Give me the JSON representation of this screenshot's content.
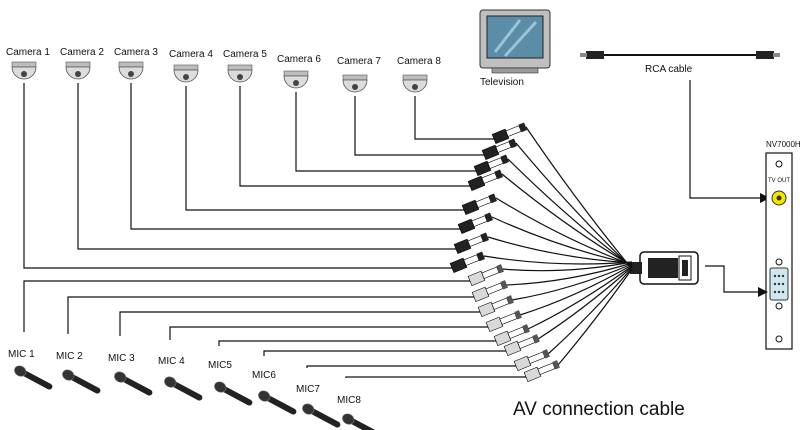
{
  "title": "AV connection cable",
  "cameras": [
    {
      "label": "Camera 1"
    },
    {
      "label": "Camera 2"
    },
    {
      "label": "Camera 3"
    },
    {
      "label": "Camera 4"
    },
    {
      "label": "Camera 5"
    },
    {
      "label": "Camera 6"
    },
    {
      "label": "Camera 7"
    },
    {
      "label": "Camera 8"
    }
  ],
  "mics": [
    {
      "label": "MIC 1"
    },
    {
      "label": "MIC 2"
    },
    {
      "label": "MIC 3"
    },
    {
      "label": "MIC 4"
    },
    {
      "label": "MIC5"
    },
    {
      "label": "MIC6"
    },
    {
      "label": "MIC7"
    },
    {
      "label": "MIC8"
    }
  ],
  "television": {
    "label": "Television",
    "icon": "television-icon"
  },
  "rca_cable": {
    "label": "RCA cable",
    "icon": "rca-cable-icon"
  },
  "device": {
    "label": "NV7000H",
    "port_label": "TV OUT",
    "tv_out_color": "#f2e600"
  },
  "colors": {
    "screen": "#5b8ca8",
    "tv_body": "#bfbfbf",
    "plug_light": "#d9d9d9",
    "plug_dark": "#222222"
  }
}
